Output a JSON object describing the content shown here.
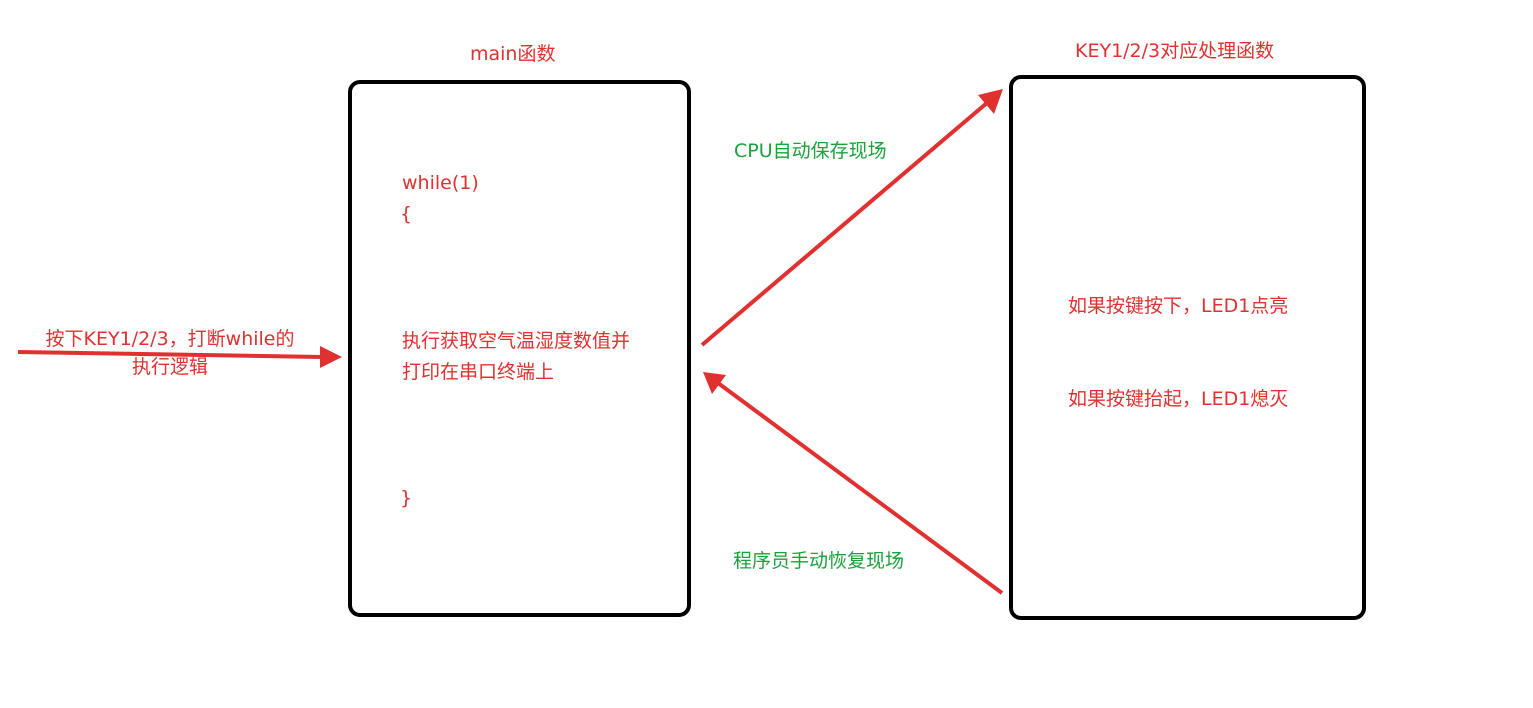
{
  "colors": {
    "red": "#e03030",
    "green": "#1aa33a",
    "box_border": "#000000"
  },
  "main_function": {
    "title": "main函数",
    "code_while": "while(1)",
    "code_open_brace": "{",
    "code_body_line1": "执行获取空气温湿度数值并",
    "code_body_line2": "打印在串口终端上",
    "code_close_brace": "}"
  },
  "handler_function": {
    "title": "KEY1/2/3对应处理函数",
    "line1": "如果按键按下，LED1点亮",
    "line2": "如果按键抬起，LED1熄灭"
  },
  "transitions": {
    "save_context": "CPU自动保存现场",
    "restore_context": "程序员手动恢复现场"
  },
  "interrupt_input": {
    "line1": "按下KEY1/2/3，打断while的",
    "line2": "执行逻辑"
  }
}
